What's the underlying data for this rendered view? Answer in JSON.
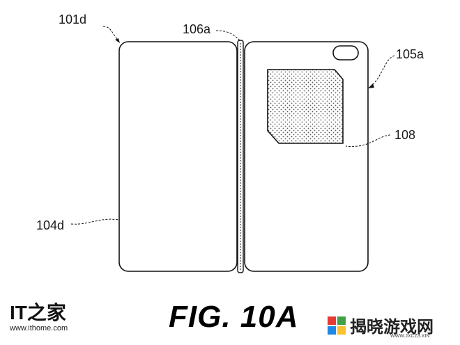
{
  "figure": {
    "labels": {
      "device_left": "101d",
      "hinge": "106a",
      "device_right": "105a",
      "sensor_region": "108",
      "left_display": "104d"
    },
    "caption": "FIG. 10A"
  },
  "watermarks": {
    "left_logo": "IT之家",
    "left_url": "www.ithome.com",
    "right_name": "揭晓游戏网",
    "right_url": "WWW.JXCZ3.XIN"
  }
}
